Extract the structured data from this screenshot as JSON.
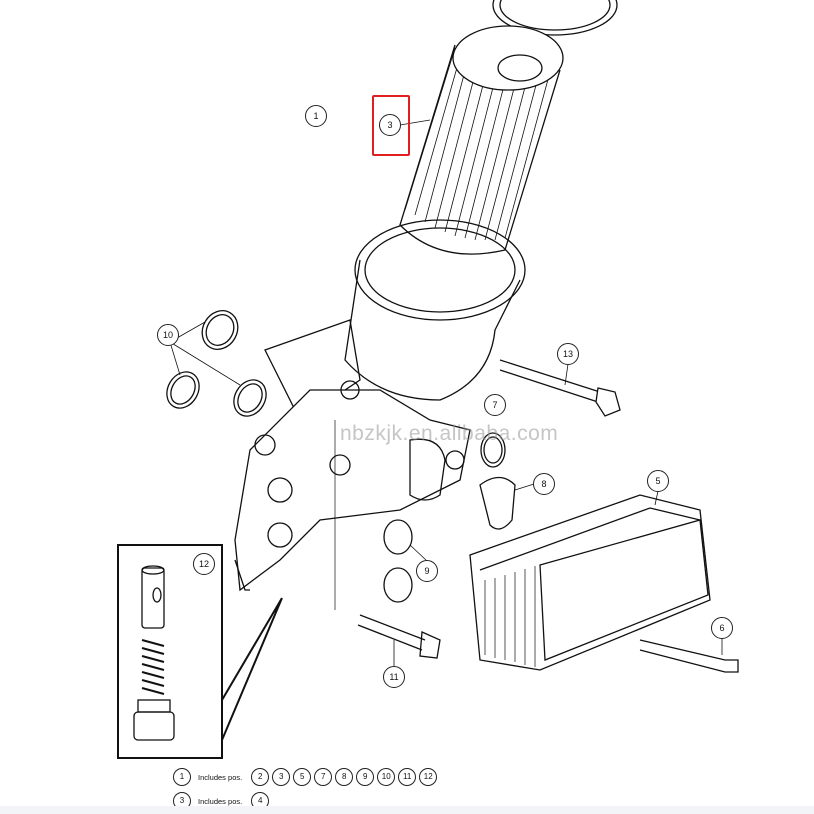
{
  "diagram": {
    "callouts": {
      "c1": "1",
      "c3": "3",
      "c5": "5",
      "c6": "6",
      "c7": "7",
      "c8": "8",
      "c9": "9",
      "c10": "10",
      "c11": "11",
      "c12": "12",
      "c13": "13"
    },
    "highlight_color": "#e02020",
    "watermark": "nbzkjk.en.alibaba.com"
  },
  "legend": {
    "rows": [
      {
        "pos": "1",
        "label": "Includes pos.",
        "items": [
          "2",
          "3",
          "5",
          "7",
          "8",
          "9",
          "10",
          "11",
          "12"
        ]
      },
      {
        "pos": "3",
        "label": "Includes pos.",
        "items": [
          "4"
        ]
      }
    ]
  }
}
